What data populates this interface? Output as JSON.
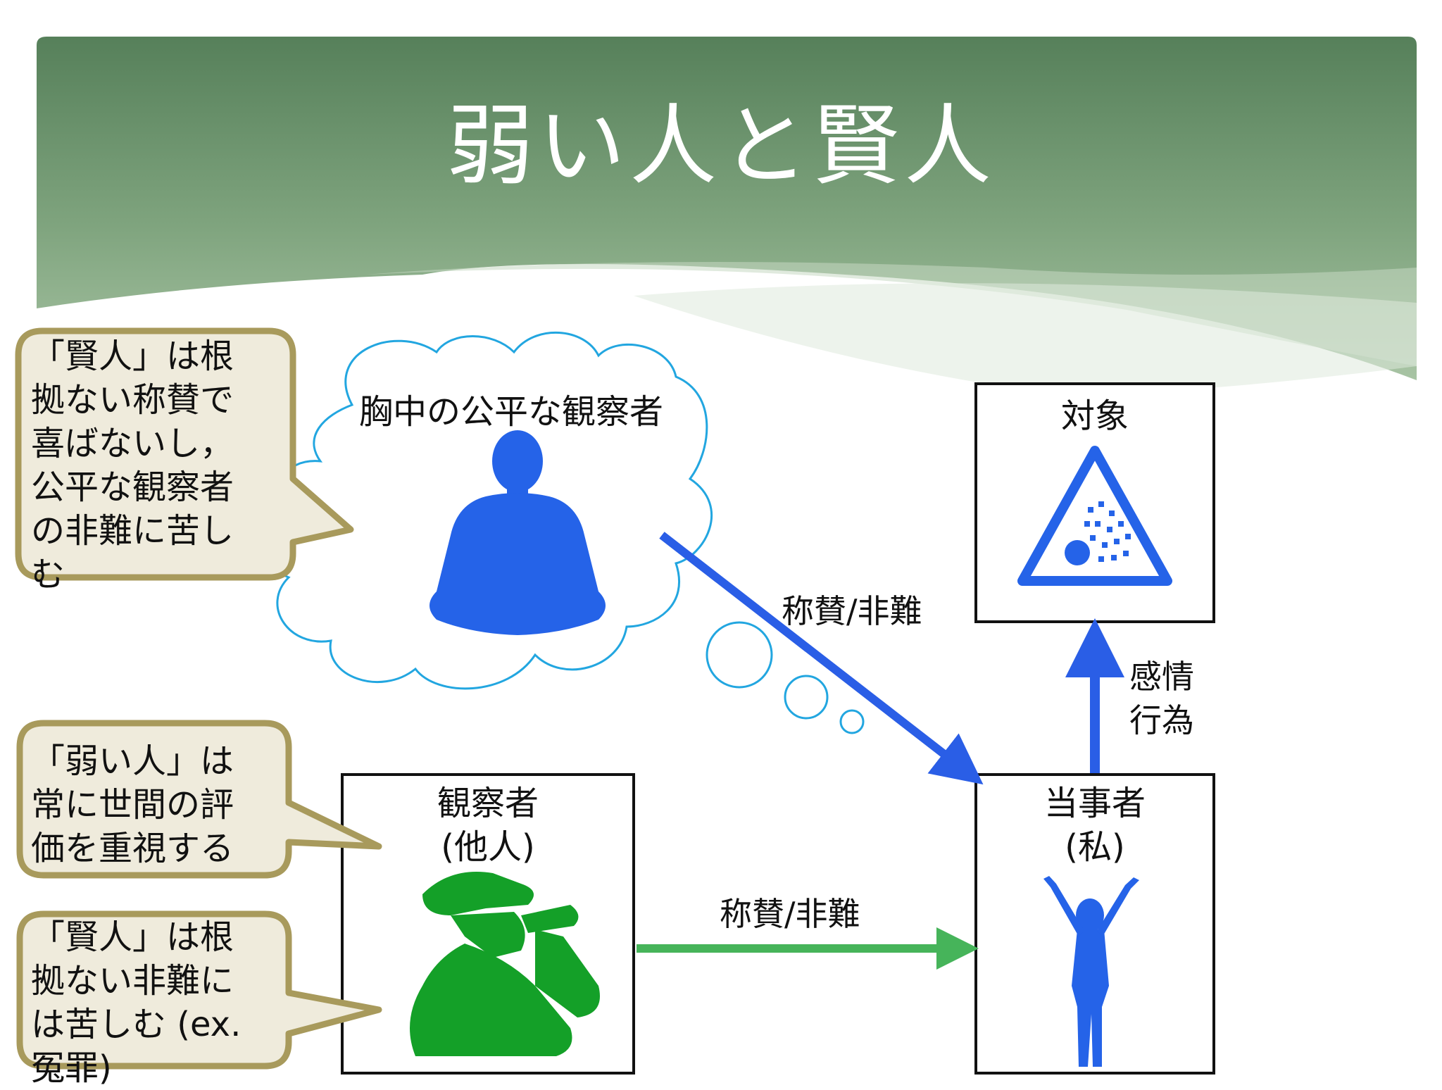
{
  "slide": {
    "title": "弱い人と賢人"
  },
  "callouts": {
    "sage_praise": "「賢人」は根拠ない称賛で喜ばないし，公平な観察者の非難に苦しむ",
    "weak": "「弱い人」は常に世間の評価を重視する",
    "sage_blame": "「賢人」は根拠ない非難には苦しむ (ex.冤罪)"
  },
  "nodes": {
    "impartial_spectator": "胸中の公平な観察者",
    "object": "対象",
    "observer_line1": "観察者",
    "observer_line2": "(他人)",
    "agent_line1": "当事者",
    "agent_line2": "(私)"
  },
  "edges": {
    "spectator_to_agent": "称賛/非難",
    "observer_to_agent": "称賛/非難",
    "agent_to_object_line1": "感情",
    "agent_to_object_line2": "行為"
  },
  "colors": {
    "banner_top": "#56805a",
    "banner_bottom": "#a8c4a4",
    "callout_fill": "#efebdc",
    "callout_stroke": "#a89a5c",
    "cloud_stroke": "#22a6e0",
    "blue_arrow": "#2a5ee6",
    "green_arrow": "#46b45a",
    "figure_blue": "#2563e8",
    "figure_green": "#14a028"
  },
  "icons": {
    "spectator": "meditating-person-icon",
    "object": "explosive-warning-sign-icon",
    "observer": "soldier-with-binoculars-icon",
    "agent": "person-arms-raised-icon"
  }
}
